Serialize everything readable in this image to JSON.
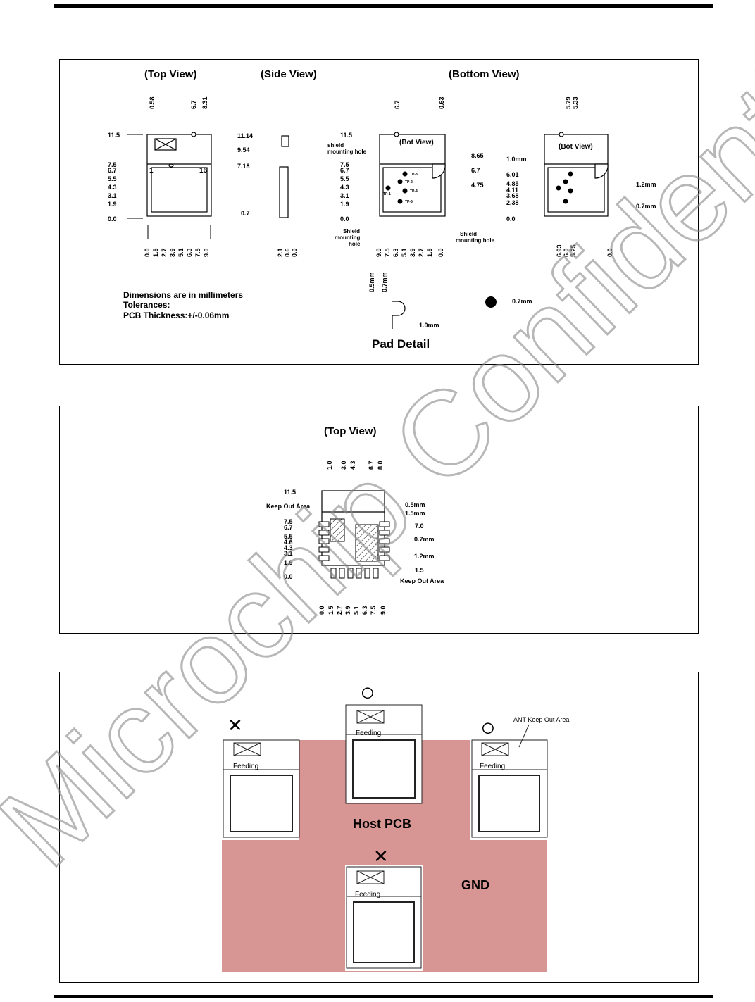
{
  "fig1": {
    "top_view_title": "(Top View)",
    "side_view_title": "(Side View)",
    "bottom_view_title": "(Bottom View)",
    "bot_view_label": "(Bot View)",
    "top_x_labels": [
      "0.58",
      "6.7",
      "8.31"
    ],
    "top_y_labels": [
      "11.5",
      "7.5",
      "6.7",
      "5.5",
      "4.3",
      "3.1",
      "1.9",
      "0.0"
    ],
    "top_bottom_labels": [
      "0.0",
      "1.5",
      "2.7",
      "3.9",
      "5.1",
      "6.3",
      "7.5",
      "9.0"
    ],
    "pin_1": "1",
    "pin_16": "16",
    "side_right_labels": [
      "11.14",
      "9.54",
      "7.18",
      "0.7"
    ],
    "side_bottom_labels": [
      "2.1",
      "0.6",
      "0.0"
    ],
    "bot_x_labels": [
      "6.7",
      "0.63"
    ],
    "bot_y_labels": [
      "11.5",
      "7.5",
      "6.7",
      "5.5",
      "4.3",
      "3.1",
      "1.9",
      "0.0"
    ],
    "bot_right_labels": [
      "8.65",
      "6.7",
      "4.75"
    ],
    "bot_bottom_labels": [
      "9.0",
      "7.5",
      "6.3",
      "5.1",
      "3.9",
      "2.7",
      "1.5",
      "0.0"
    ],
    "shield_hole_top": [
      "shield",
      "mounting hole"
    ],
    "shield_hole_left": [
      "Shield",
      "mounting",
      "hole"
    ],
    "shield_hole_right": [
      "Shield",
      "mounting hole"
    ],
    "tp_labels": [
      "TP-3",
      "TP-2",
      "TP-1",
      "TP-4",
      "TP-5"
    ],
    "tp2_x_labels": [
      "5.79",
      "5.33"
    ],
    "tp2_y_labels": [
      "6.01",
      "4.85",
      "4.11",
      "3.68",
      "2.38",
      "0.0"
    ],
    "tp2_bottom_labels": [
      "6.93",
      "6.0",
      "5.25",
      "0.0"
    ],
    "dim_1_0mm": "1.0mm",
    "dim_1_2mm": "1.2mm",
    "dim_0_7mm": "0.7mm",
    "notes": [
      "Dimensions are in millimeters",
      "Tolerances:",
      "PCB Thickness:+/-0.06mm"
    ],
    "pad_labels": [
      "0.5mm",
      "0.7mm"
    ],
    "pad_width": "1.0mm",
    "dot_dim": "0.7mm",
    "pad_detail_title": "Pad Detail"
  },
  "fig2": {
    "title": "(Top View)",
    "x_labels": [
      "1.0",
      "3.0",
      "4.3",
      "6.7",
      "8.0"
    ],
    "y_labels": [
      "11.5",
      "7.5",
      "6.7",
      "5.5",
      "4.6",
      "4.3",
      "3.1",
      "1.9",
      "0.0"
    ],
    "bottom_labels": [
      "0.0",
      "1.5",
      "2.7",
      "3.9",
      "5.1",
      "6.3",
      "7.5",
      "9.0"
    ],
    "keepout_top": "Keep Out Area",
    "keepout_bottom": "Keep Out Area",
    "right_labels": [
      "0.5mm",
      "1.5mm",
      "7.0",
      "0.7mm",
      "1.2mm",
      "1.5"
    ]
  },
  "fig3": {
    "host_pcb": "Host PCB",
    "gnd": "GND",
    "feeding": "Feeding",
    "ant_keepout": "ANT Keep Out Area",
    "mark_ok": "○",
    "mark_bad": "✕",
    "colors": {
      "pcb": "#d79593"
    }
  },
  "watermark": "Microchip Confidential"
}
